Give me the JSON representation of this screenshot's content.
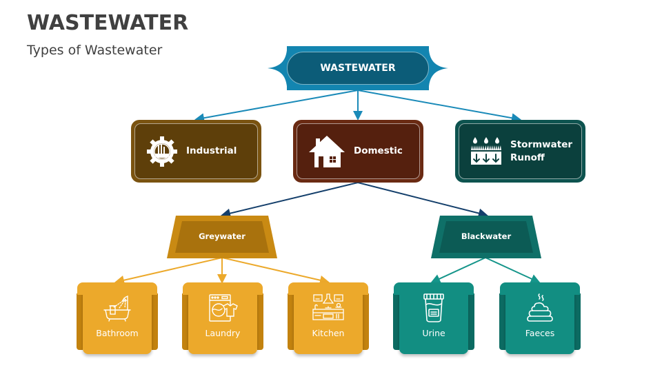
{
  "header": {
    "title": "WASTEWATER",
    "subtitle": "Types of Wastewater"
  },
  "colors": {
    "root_outer": "#1385b0",
    "root_inner": "#0c5c78",
    "industrial": "#5e3f0a",
    "industrial_border": "#7a5310",
    "domestic": "#55200e",
    "domestic_border": "#6a2a12",
    "stormwater": "#0b403d",
    "stormwater_border": "#0d534f",
    "greywater_outer": "#c98a13",
    "greywater_inner": "#a9720d",
    "blackwater_outer": "#0f7068",
    "blackwater_inner": "#0c5b55",
    "grey_tile": "#eca92b",
    "grey_tile_side": "#c3820f",
    "black_tile": "#128e82",
    "black_tile_side": "#0c6b62",
    "line_root": "#1a8ab8",
    "line_domestic": "#143f6b",
    "line_grey": "#eca92b",
    "line_black": "#15958a"
  },
  "diagram": {
    "root": {
      "label": "WASTEWATER"
    },
    "level1": [
      {
        "label": "Industrial",
        "icon": "factory-gear-icon"
      },
      {
        "label": "Domestic",
        "icon": "house-icon"
      },
      {
        "label_line1": "Stormwater",
        "label_line2": "Runoff",
        "icon": "rain-runoff-icon"
      }
    ],
    "level2": [
      {
        "label": "Greywater",
        "parent": "Domestic"
      },
      {
        "label": "Blackwater",
        "parent": "Domestic"
      }
    ],
    "level3": [
      {
        "label": "Bathroom",
        "icon": "bathtub-icon",
        "parent": "Greywater"
      },
      {
        "label": "Laundry",
        "icon": "washing-machine-icon",
        "parent": "Greywater"
      },
      {
        "label": "Kitchen",
        "icon": "kitchen-icon",
        "parent": "Greywater"
      },
      {
        "label": "Urine",
        "icon": "urine-cup-icon",
        "parent": "Blackwater"
      },
      {
        "label": "Faeces",
        "icon": "faeces-icon",
        "parent": "Blackwater"
      }
    ]
  }
}
